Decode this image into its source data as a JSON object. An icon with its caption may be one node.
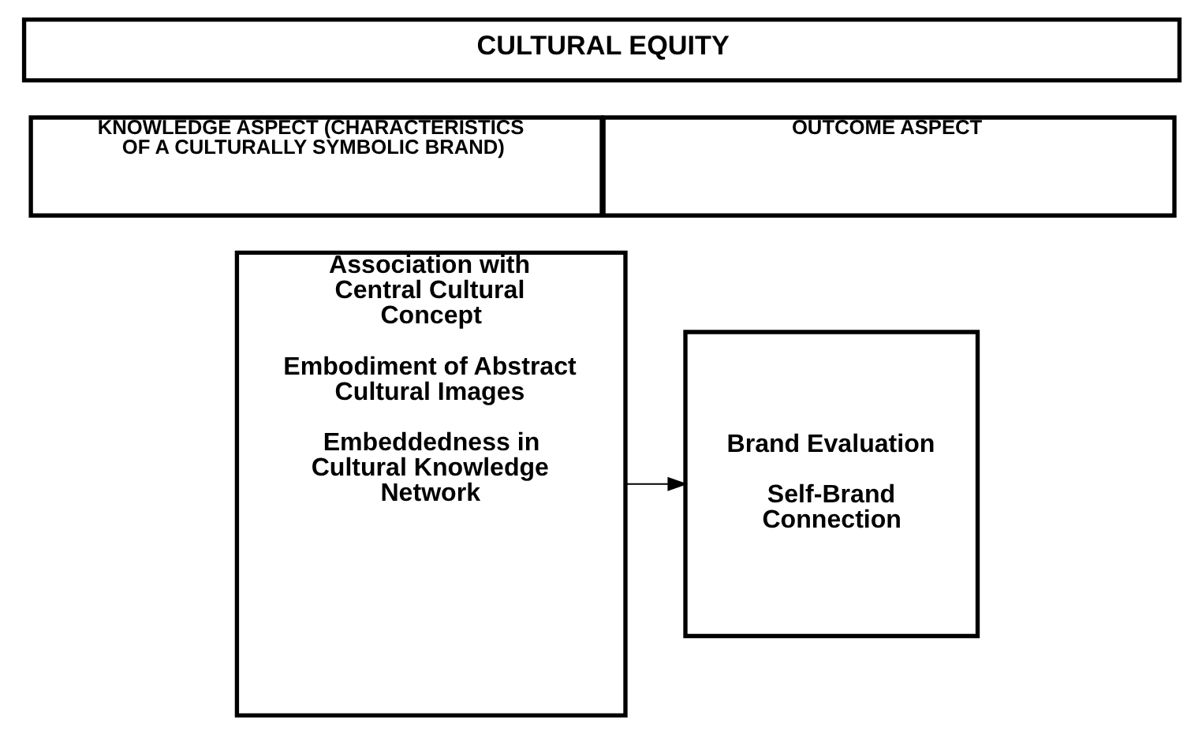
{
  "diagram": {
    "nodes": [
      {
        "text": [
          "CULTURAL EQUITY"
        ]
      },
      {
        "text": [
          "KNOWLEDGE ASPECT (CHARACTERISTICS OF A CULTURALLY SYMBOLIC BRAND)"
        ]
      },
      {
        "text": [
          "OUTCOME ASPECT"
        ]
      },
      {
        "text": [
          "Association with Central Cultural Concept",
          "Embodiment of Abstract Cultural Images",
          "Embeddedness in Cultural Knowledge Network"
        ]
      },
      {
        "text": [
          "Brand Evaluation",
          "Self-Brand Connection"
        ]
      }
    ],
    "edges": [
      {
        "from": 3,
        "to": 4,
        "arrow": "to"
      }
    ]
  }
}
